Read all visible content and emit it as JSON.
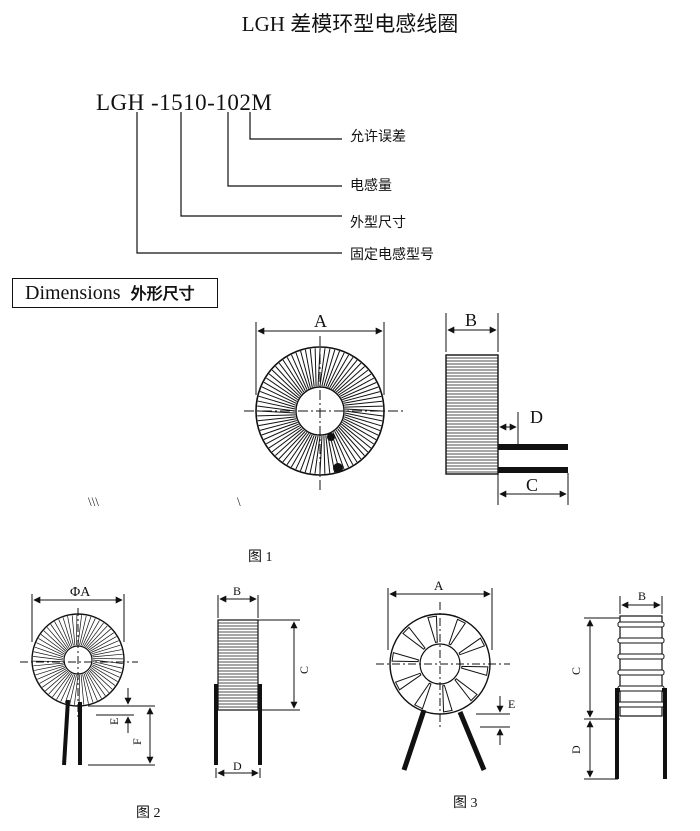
{
  "title": "LGH 差模环型电感线圈",
  "part_code": "LGH -1510-102M",
  "code_legend": [
    {
      "label": "允许误差"
    },
    {
      "label": "电感量"
    },
    {
      "label": "外型尺寸"
    },
    {
      "label": "固定电感型号"
    }
  ],
  "dimensions_box": {
    "english": "Dimensions",
    "chinese": "外形尺寸"
  },
  "figure1": {
    "caption": "图 1",
    "labels": {
      "A": "A",
      "B": "B",
      "C": "C",
      "D": "D"
    },
    "stray_marks": [
      "\\\\\\",
      "\\"
    ]
  },
  "figure2": {
    "caption": "图 2",
    "labels": {
      "phiA": "ΦA",
      "B": "B",
      "C": "C",
      "D": "D",
      "E": "E",
      "F": "F"
    }
  },
  "figure3": {
    "caption": "图 3",
    "labels": {
      "A": "A",
      "B": "B",
      "C": "C",
      "D": "D",
      "E": "E"
    }
  }
}
